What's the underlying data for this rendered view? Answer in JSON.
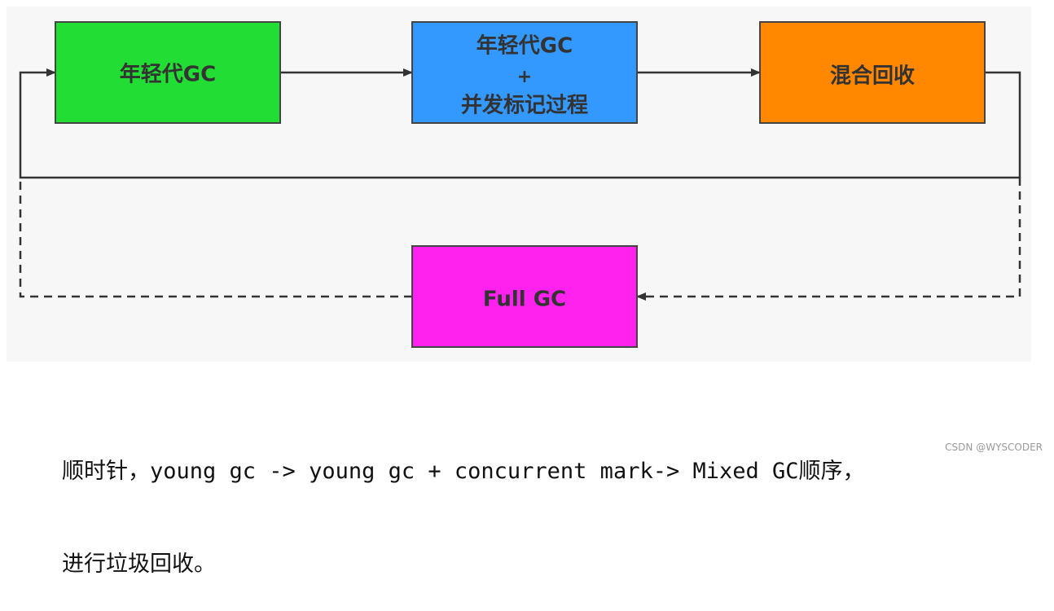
{
  "diagram": {
    "nodes": {
      "young_gc": {
        "label": "年轻代GC",
        "color": "#22dd33"
      },
      "young_gc_concurrent": {
        "line1": "年轻代GC",
        "line2": "+",
        "line3": "并发标记过程",
        "color": "#3399ff"
      },
      "mixed_gc": {
        "label": "混合回收",
        "color": "#ff8800"
      },
      "full_gc": {
        "label": "Full GC",
        "color": "#ff22ee"
      }
    },
    "edges": [
      {
        "from": "young_gc",
        "to": "young_gc_concurrent",
        "style": "solid"
      },
      {
        "from": "young_gc_concurrent",
        "to": "mixed_gc",
        "style": "solid"
      },
      {
        "from": "mixed_gc",
        "to": "young_gc",
        "style": "solid"
      },
      {
        "from": "mixed_gc",
        "to": "full_gc",
        "style": "dashed"
      },
      {
        "from": "full_gc",
        "to": "young_gc",
        "style": "dashed"
      }
    ]
  },
  "caption": {
    "line1": "顺时针，young gc -> young gc + concurrent mark-> Mixed GC顺序，",
    "line2": "进行垃圾回收。"
  },
  "watermark": "CSDN @WYSCODER"
}
